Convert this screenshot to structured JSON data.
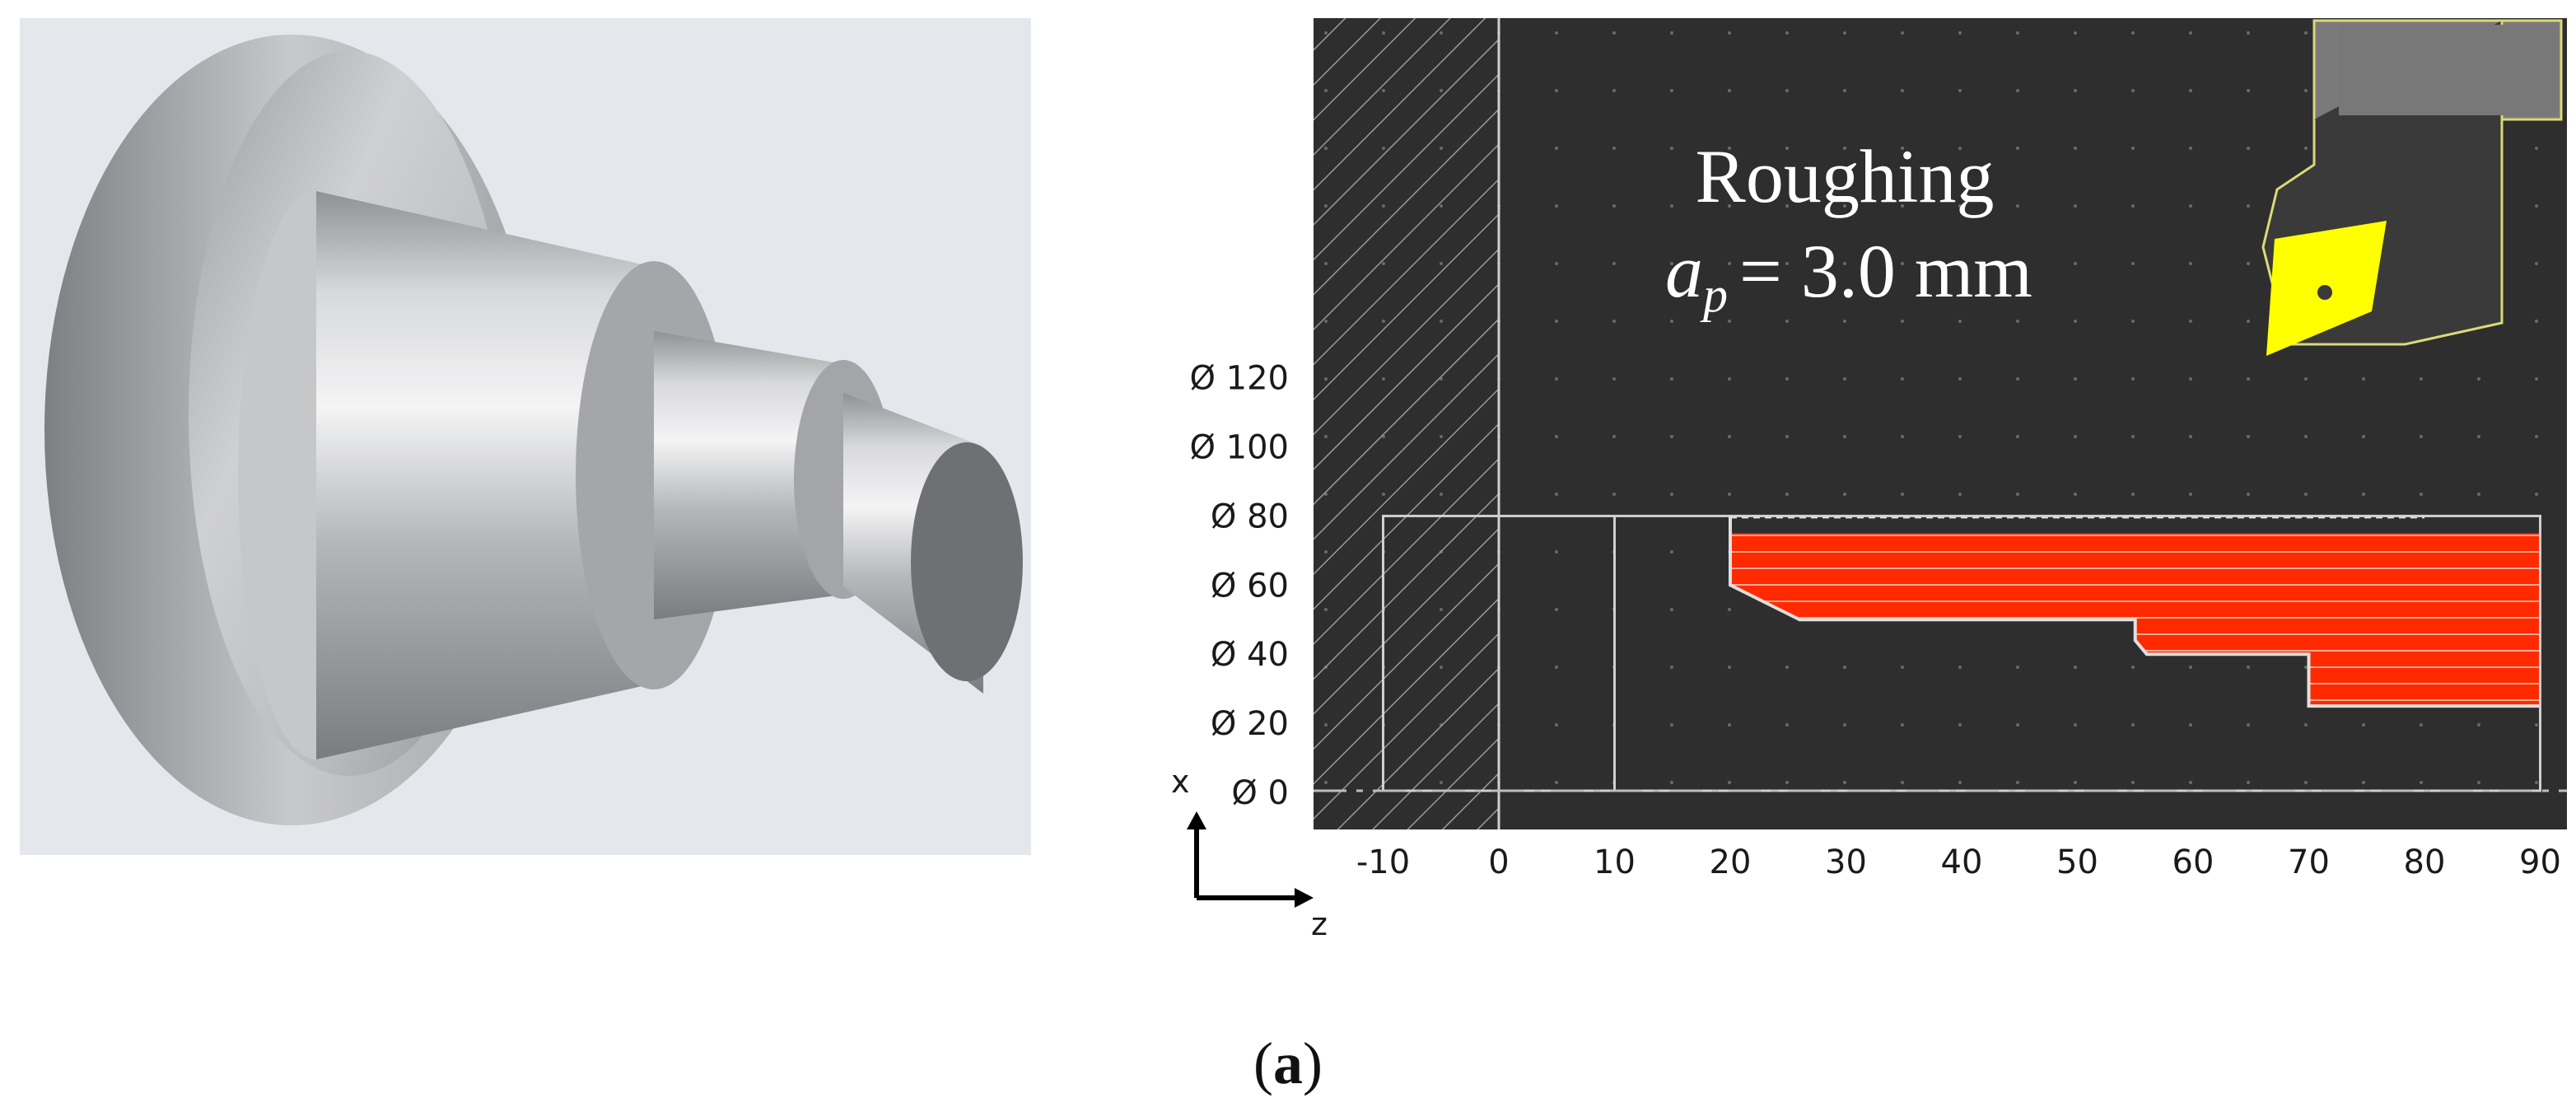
{
  "figure": {
    "caption_open": "(",
    "caption_letter": "a",
    "caption_close": ")"
  },
  "render_panel": {
    "background": "#e4e7eb",
    "part_color": "#a9abae"
  },
  "simulation": {
    "title": "Roughing",
    "param_symbol": "a",
    "param_subscript": "p",
    "param_value": "= 3.0 mm",
    "background": "#2e2e2e",
    "removal_color": "#ff2a00",
    "insert_color": "#ffff00",
    "outline_color": "#d0d0d0",
    "x_axis_name": "x",
    "z_axis_name": "z",
    "z_ticks": [
      -10,
      0,
      10,
      20,
      30,
      40,
      50,
      60,
      70,
      80,
      90
    ],
    "diameter_ticks": [
      "Ø 120",
      "Ø 100",
      "Ø 80",
      "Ø 60",
      "Ø 40",
      "Ø 20",
      "Ø 0"
    ],
    "diameter_values": [
      120,
      100,
      80,
      60,
      40,
      20,
      0
    ],
    "stock": {
      "z_start": -10,
      "z_end": 90,
      "diameter": 80
    },
    "finished_profile": [
      {
        "z": 20,
        "d": 80
      },
      {
        "z": 20,
        "d": 60
      },
      {
        "z": 26,
        "d": 50
      },
      {
        "z": 55,
        "d": 50
      },
      {
        "z": 55,
        "d": 44
      },
      {
        "z": 56,
        "d": 40
      },
      {
        "z": 70,
        "d": 40
      },
      {
        "z": 70,
        "d": 25
      },
      {
        "z": 90,
        "d": 25
      }
    ],
    "depth_of_cut_mm": 3.0
  }
}
